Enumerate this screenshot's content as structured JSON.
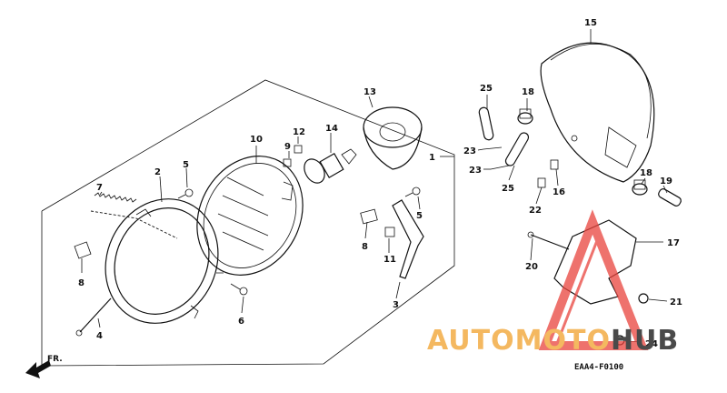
{
  "diagram": {
    "callouts": [
      "1",
      "2",
      "3",
      "4",
      "5",
      "5",
      "6",
      "7",
      "8",
      "8",
      "9",
      "10",
      "11",
      "12",
      "13",
      "14",
      "15",
      "16",
      "17",
      "18",
      "18",
      "19",
      "20",
      "21",
      "22",
      "23",
      "23",
      "24",
      "25",
      "25"
    ],
    "part_code": "EAA4-F0100",
    "front_label": "FR.",
    "watermark": {
      "text_a": "AUTOMOTO",
      "text_b": "HUB",
      "color_a": "#f4b860",
      "color_b": "#4a4a4a",
      "triangle_color": "#e9443d"
    }
  }
}
